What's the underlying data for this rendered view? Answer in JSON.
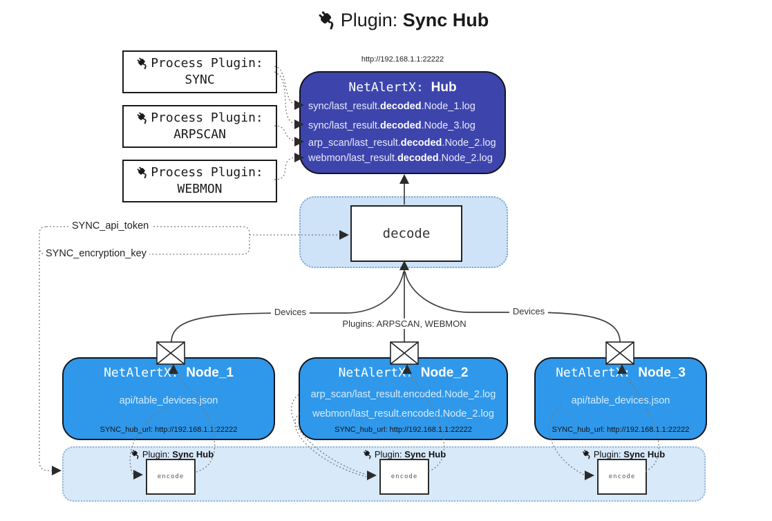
{
  "colors": {
    "hub_bg": "#3d45ad",
    "node_bg": "#2f98ea",
    "panel_bg": "#cee3f7",
    "band_bg": "#d8e9f9",
    "hub_text": "#e9e9f8",
    "node_text": "#d9ecfc"
  },
  "title": {
    "prefix": "Plugin: ",
    "bold": "Sync Hub"
  },
  "hub": {
    "url": "http://192.168.1.1:22222",
    "name_prefix": "NetAlertX: ",
    "name_bold": "Hub",
    "items": [
      {
        "pre": "sync/last_result.",
        "bold": "decoded",
        "post": ".Node_1.log"
      },
      {
        "pre": "sync/last_result.",
        "bold": "decoded",
        "post": ".Node_3.log"
      },
      {
        "pre": "arp_scan/last_result.",
        "bold": "decoded",
        "post": ".Node_2.log"
      },
      {
        "pre": "webmon/last_result.",
        "bold": "decoded",
        "post": ".Node_2.log"
      }
    ]
  },
  "process_plugins": [
    {
      "label": "Process Plugin:",
      "name": "SYNC"
    },
    {
      "label": "Process Plugin:",
      "name": "ARPSCAN"
    },
    {
      "label": "Process Plugin:",
      "name": "WEBMON"
    }
  ],
  "decode_label": "decode",
  "config": {
    "api_token": "SYNC_api_token",
    "encryption_key": "SYNC_encryption_key"
  },
  "edge_labels": {
    "devices_left": "Devices",
    "plugins_mid": "Plugins: ARPSCAN, WEBMON",
    "devices_right": "Devices"
  },
  "nodes": [
    {
      "name_prefix": "NetAlertX: ",
      "name_bold": "Node_1",
      "items": [
        "api/table_devices.json"
      ],
      "hub_url": "SYNC_hub_url: http://192.168.1.1:22222"
    },
    {
      "name_prefix": "NetAlertX: ",
      "name_bold": "Node_2",
      "items": [
        "arp_scan/last_result.encoded.Node_2.log",
        "webmon/last_result.encoded.Node_2.log"
      ],
      "hub_url": "SYNC_hub_url: http://192.168.1.1:22222"
    },
    {
      "name_prefix": "NetAlertX: ",
      "name_bold": "Node_3",
      "items": [
        "api/table_devices.json"
      ],
      "hub_url": "SYNC_hub_url: http://192.168.1.1:22222"
    }
  ],
  "encode_sections": [
    {
      "label_prefix": "Plugin: ",
      "label_bold": "Sync Hub",
      "box_label": "encode"
    },
    {
      "label_prefix": "Plugin: ",
      "label_bold": "Sync Hub",
      "box_label": "encode"
    },
    {
      "label_prefix": "Plugin: ",
      "label_bold": "Sync Hub",
      "box_label": "encode"
    }
  ]
}
